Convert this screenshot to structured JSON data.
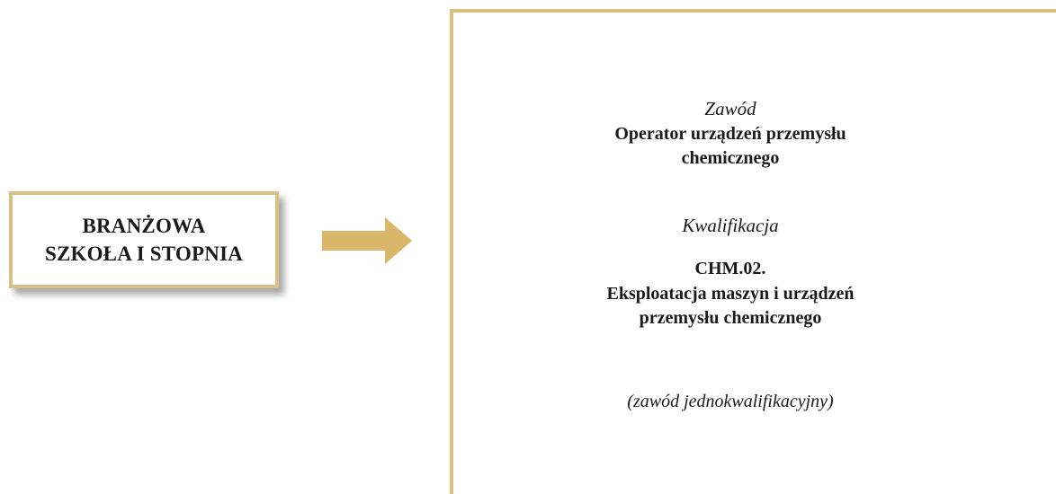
{
  "school": {
    "label": "BRANŻOWA\nSZKOŁA I STOPNIA"
  },
  "qualification_panel": {
    "profession_caption": "Zawód",
    "profession_name": "Operator urządzeń przemysłu\nchemicznego",
    "qualification_caption": "Kwalifikacja",
    "qualification_code": "CHM.02.",
    "qualification_name": "Eksploatacja maszyn i urządzeń\nprzemysłu chemicznego",
    "note": "(zawód jednokwalifikacyjny)"
  },
  "colors": {
    "accent_gold": "#d8bf84",
    "arrow_gold": "#d9b66a",
    "text": "#1a1a1a"
  },
  "icons": {
    "arrow": "arrow-right-icon"
  }
}
